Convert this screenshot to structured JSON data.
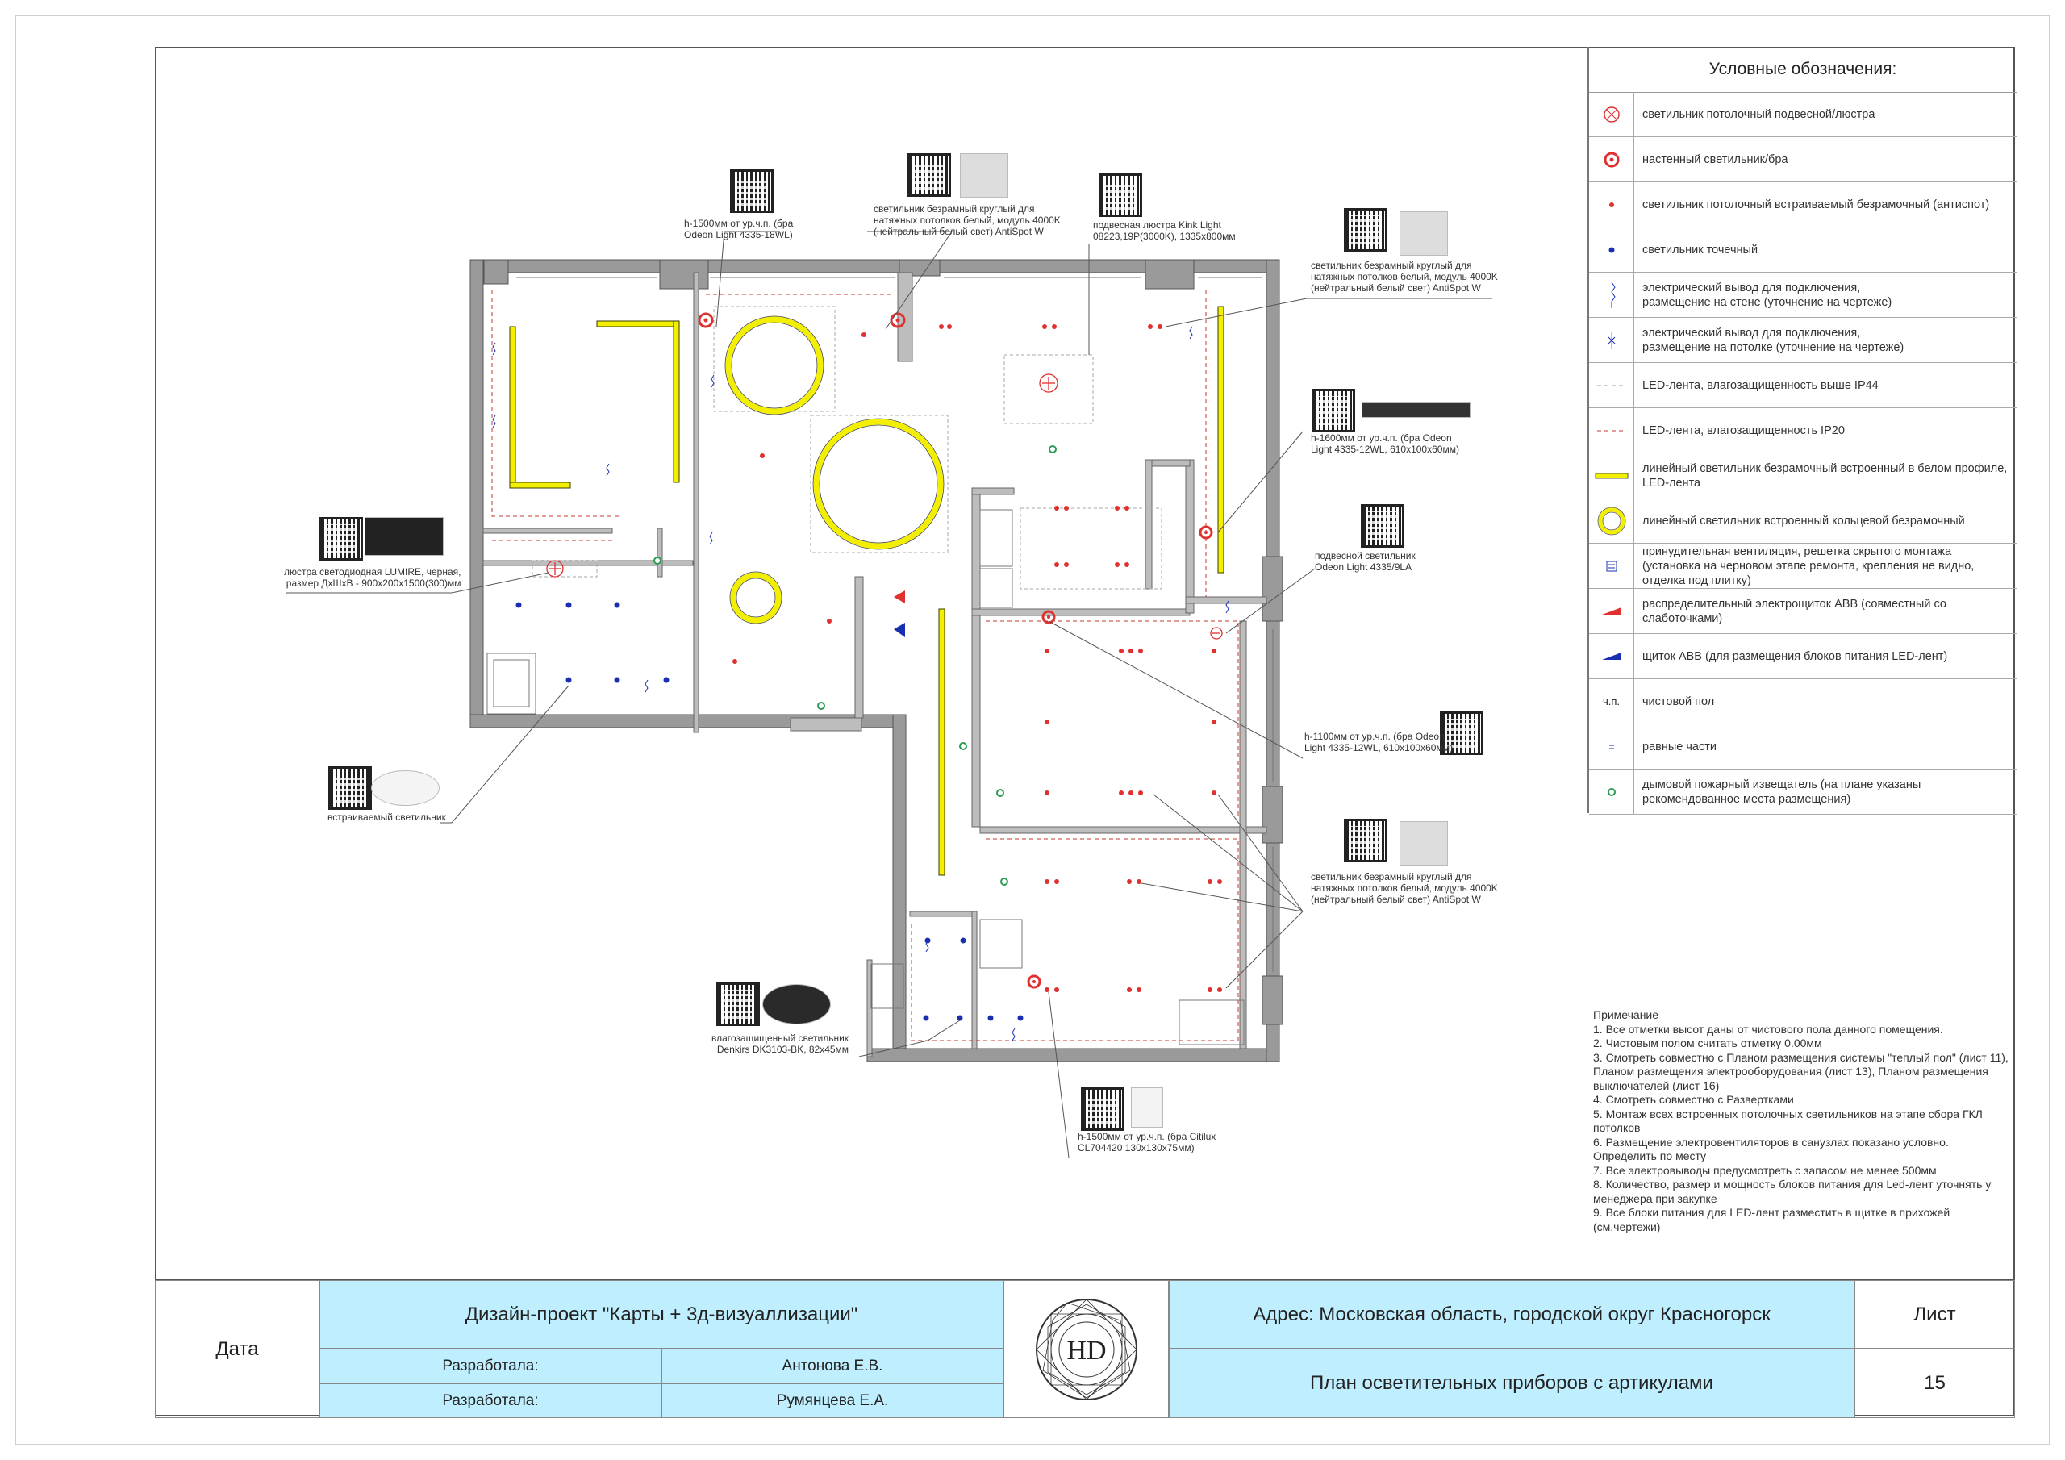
{
  "legend": {
    "title": "Условные обозначения:",
    "items": [
      {
        "icon": "pendant-light-icon",
        "text": "светильник потолочный подвесной/люстра"
      },
      {
        "icon": "wall-light-icon",
        "text": "настенный светильник/бра"
      },
      {
        "icon": "frameless-recessed-light-icon",
        "text": "светильник потолочный встраиваемый безрамочный (антиспот)"
      },
      {
        "icon": "spot-light-icon",
        "text": "светильник точечный"
      },
      {
        "icon": "wall-outlet-icon",
        "text": "электрический вывод для подключения,\nразмещение на стене (уточнение на чертеже)"
      },
      {
        "icon": "ceiling-outlet-icon",
        "text": "электрический вывод для подключения,\nразмещение на потолке (уточнение на чертеже)"
      },
      {
        "icon": "led-strip-ip44-icon",
        "text": "LED-лента, влагозащищенность выше IP44"
      },
      {
        "icon": "led-strip-ip20-icon",
        "text": "LED-лента, влагозащищенность IP20"
      },
      {
        "icon": "linear-light-icon",
        "text": "линейный светильник безрамочный встроенный в белом профиле, LED-лента"
      },
      {
        "icon": "ring-light-icon",
        "text": "линейный светильник встроенный кольцевой безрамочный"
      },
      {
        "icon": "ventilation-icon",
        "text": "принудительная вентиляция, решетка скрытого монтажа (установка на черновом этапе ремонта, крепления не видно, отделка под плитку)"
      },
      {
        "icon": "distribution-panel-icon",
        "text": "распределительный электрощиток ABB (совместный со слаботочками)"
      },
      {
        "icon": "led-panel-icon",
        "text": "щиток ABB (для размещения блоков питания LED-лент)"
      },
      {
        "icon": "floor-level-icon",
        "symbol": "ч.п.",
        "text": "чистовой пол"
      },
      {
        "icon": "equal-parts-icon",
        "text": "равные части"
      },
      {
        "icon": "smoke-detector-icon",
        "text": "дымовой пожарный извещатель (на плане указаны рекомендованное места размещения)"
      }
    ]
  },
  "notes": {
    "title": "Примечание",
    "lines": [
      "1. Все отметки высот даны от чистового пола данного помещения.",
      "2. Чистовым полом считать отметку 0.00мм",
      "3. Смотреть совместно с Планом размещения системы \"теплый пол\" (лист 11), Планом размещения электрооборудования (лист 13), Планом размещения выключателей (лист 16)",
      "4. Смотреть совместно с Развертками",
      "5. Монтаж всех встроенных потолочных светильников на этапе сбора ГКЛ потолков",
      "6. Размещение электровентиляторов в санузлах показано условно. Определить по месту",
      "7. Все электровыводы предусмотреть с запасом не менее 500мм",
      "8. Количество, размер и мощность блоков питания для Led-лент уточнять у менеджера при закупке",
      "9. Все блоки питания для LED-лент разместить в щитке в прихожей (см.чертежи)"
    ]
  },
  "title_block": {
    "date_label": "Дата",
    "project": "Дизайн-проект \"Карты + 3д-визуаллизации\"",
    "developed_label_1": "Разработала:",
    "developer_1": "Антонова Е.В.",
    "developed_label_2": "Разработала:",
    "developer_2": "Румянцева Е.А.",
    "logo": "HD",
    "address": "Адрес: Московская область, городской округ Красногорск",
    "sheet_title": "План осветительных приборов с артикулами",
    "sheet_label": "Лист",
    "sheet_number": "15"
  },
  "callouts": [
    {
      "id": "c1",
      "text": "h-1500мм от ур.ч.п. (бра\nOdeon Light 4335-18WL)"
    },
    {
      "id": "c2",
      "text": "светильник безрамный круглый для\nнатяжных потолков белый, модуль 4000K\n(нейтральный белый свет) AntiSpot W"
    },
    {
      "id": "c3",
      "text": "подвесная люстра Kink Light\n08223,19P(3000K), 1335х800мм"
    },
    {
      "id": "c4",
      "text": "светильник безрамный круглый для\nнатяжных потолков белый, модуль 4000K\n(нейтральный белый свет) AntiSpot W"
    },
    {
      "id": "c5",
      "text": "h-1600мм от ур.ч.п. (бра Odeon\nLight 4335-12WL, 610х100х60мм)"
    },
    {
      "id": "c6",
      "text": "подвесной светильник\nOdeon Light 4335/9LA"
    },
    {
      "id": "c7",
      "text": "люстра светодиодная LUMIRE, черная,\nразмер ДхШхВ - 900х200х1500(300)мм"
    },
    {
      "id": "c8",
      "text": "встраиваемый светильник"
    },
    {
      "id": "c9",
      "text": "h-1100мм от ур.ч.п. (бра Odeon\nLight 4335-12WL, 610х100х60мм)"
    },
    {
      "id": "c10",
      "text": "светильник безрамный круглый для\nнатяжных потолков белый, модуль 4000K\n(нейтральный белый свет) AntiSpot W"
    },
    {
      "id": "c11",
      "text": "влагозащищенный светильник\nDenkirs DK3103-BK, 82х45мм"
    },
    {
      "id": "c12",
      "text": "h-1500мм от ур.ч.п. (бра Citilux\nCL704420 130х130х75мм)"
    }
  ],
  "colors": {
    "wall": "#8a8a8a",
    "yellow": "#f2ef00",
    "red": "#e03030",
    "blue": "#1a2fb0",
    "green": "#2e9a55"
  }
}
